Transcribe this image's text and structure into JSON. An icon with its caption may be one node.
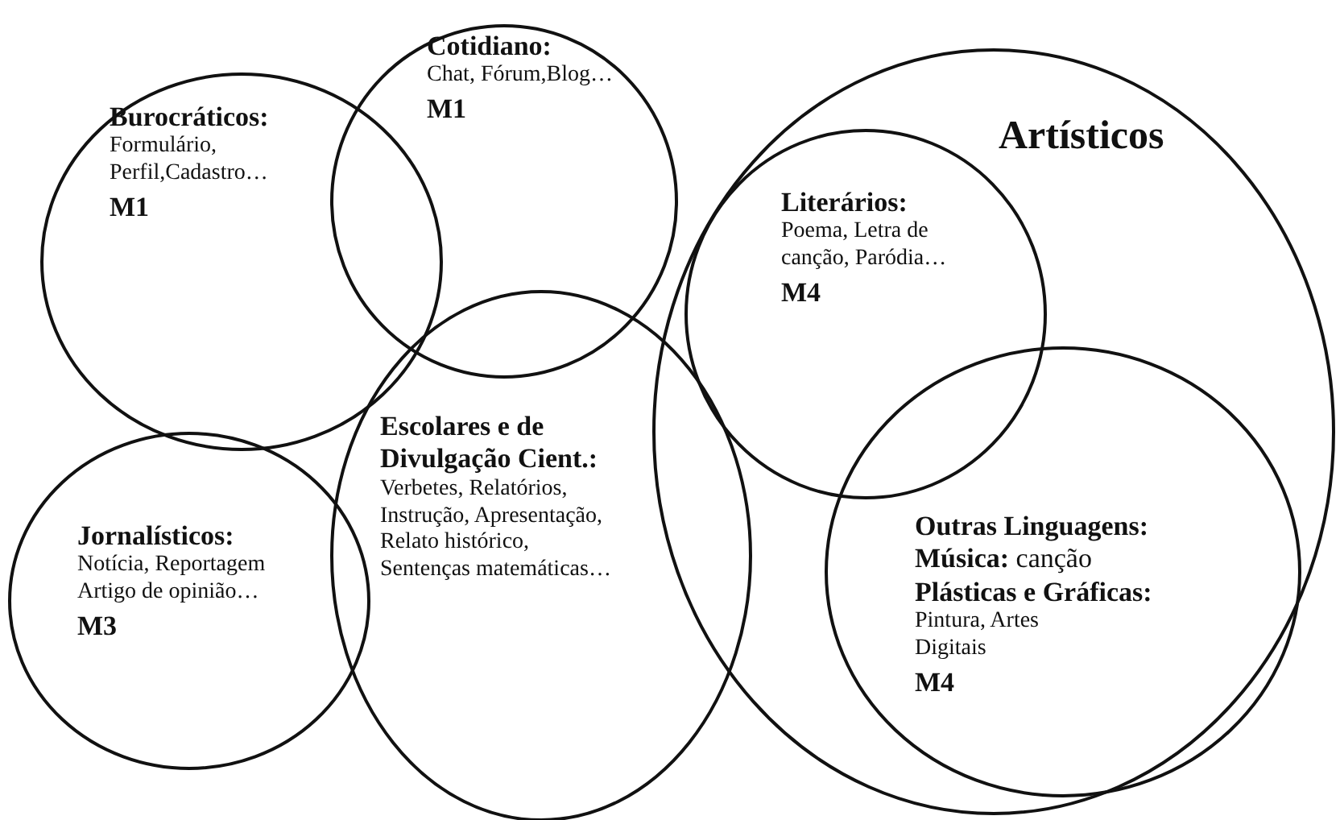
{
  "diagram": {
    "nodes": [
      {
        "text": [
          "Cotidiano:",
          "Chat, Fórum,Blog…",
          "M1"
        ]
      },
      {
        "text": [
          "Burocráticos:",
          "Formulário, Perfil,Cadastro…",
          "M1"
        ]
      },
      {
        "text": [
          "Artísticos"
        ]
      },
      {
        "text": [
          "Literários:",
          "Poema, Letra de canção, Paródia…",
          "M4"
        ],
        "in": 2
      },
      {
        "text": [
          "Outras Linguagens:",
          "**Música:** canção",
          "Plásticas e Gráficas:",
          "Pintura, Artes Digitais",
          "M4"
        ],
        "in": 2
      },
      {
        "text": [
          "Jornalísticos:",
          "Notícia, Reportagem Artigo de opinião…",
          "M3"
        ]
      },
      {
        "text": [
          "Escolares e de Divulgação Cient.:",
          "Verbetes, Relatórios, Instrução, Apresentação, Relato histórico, Sentenças matemáticas…"
        ]
      }
    ],
    "edges": []
  }
}
